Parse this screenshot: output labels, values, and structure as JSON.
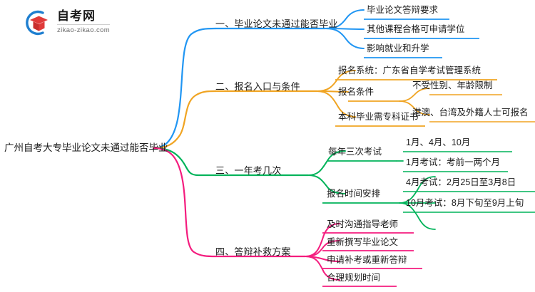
{
  "logo": {
    "name_cn": "自考网",
    "domain": "zikao-zikao.com",
    "mark_colors": {
      "arc": "#1f7fd0",
      "cap": "#e03a3a",
      "cap_dark": "#b92a2a"
    }
  },
  "colors": {
    "branch1": "#2196F3",
    "branch2": "#F0A422",
    "branch3": "#00B35A",
    "branch4": "#F41C7E",
    "text": "#1b1b1b"
  },
  "mindmap": {
    "root": {
      "label": "广州自考大专毕业论文未通过能否毕业"
    },
    "branches": [
      {
        "label": "一、毕业论文未通过能否毕业",
        "color": "#2196F3",
        "children": [
          {
            "label": "毕业论文答辩要求"
          },
          {
            "label": "其他课程合格可申请学位"
          },
          {
            "label": "影响就业和升学"
          }
        ]
      },
      {
        "label": "二、报名入口与条件",
        "color": "#F0A422",
        "children": [
          {
            "label": "报名系统：广东省自学考试管理系统"
          },
          {
            "label": "报名条件",
            "children": [
              {
                "label": "不受性别、年龄限制"
              },
              {
                "label": "港澳、台湾及外籍人士可报名"
              }
            ]
          },
          {
            "label": "本科毕业需专科证书"
          }
        ]
      },
      {
        "label": "三、一年考几次",
        "color": "#00B35A",
        "children": [
          {
            "label": "每年三次考试",
            "children": [
              {
                "label": "1月、4月、10月"
              }
            ]
          },
          {
            "label": "报名时间安排",
            "children": [
              {
                "label": "1月考试：考前一两个月"
              },
              {
                "label": "4月考试：2月25日至3月8日"
              },
              {
                "label": "10月考试：8月下旬至9月上旬"
              }
            ]
          }
        ]
      },
      {
        "label": "四、答辩补救方案",
        "color": "#F41C7E",
        "children": [
          {
            "label": "及时沟通指导老师"
          },
          {
            "label": "重新撰写毕业论文"
          },
          {
            "label": "申请补考或重新答辩"
          },
          {
            "label": "合理规划时间"
          }
        ]
      }
    ]
  }
}
